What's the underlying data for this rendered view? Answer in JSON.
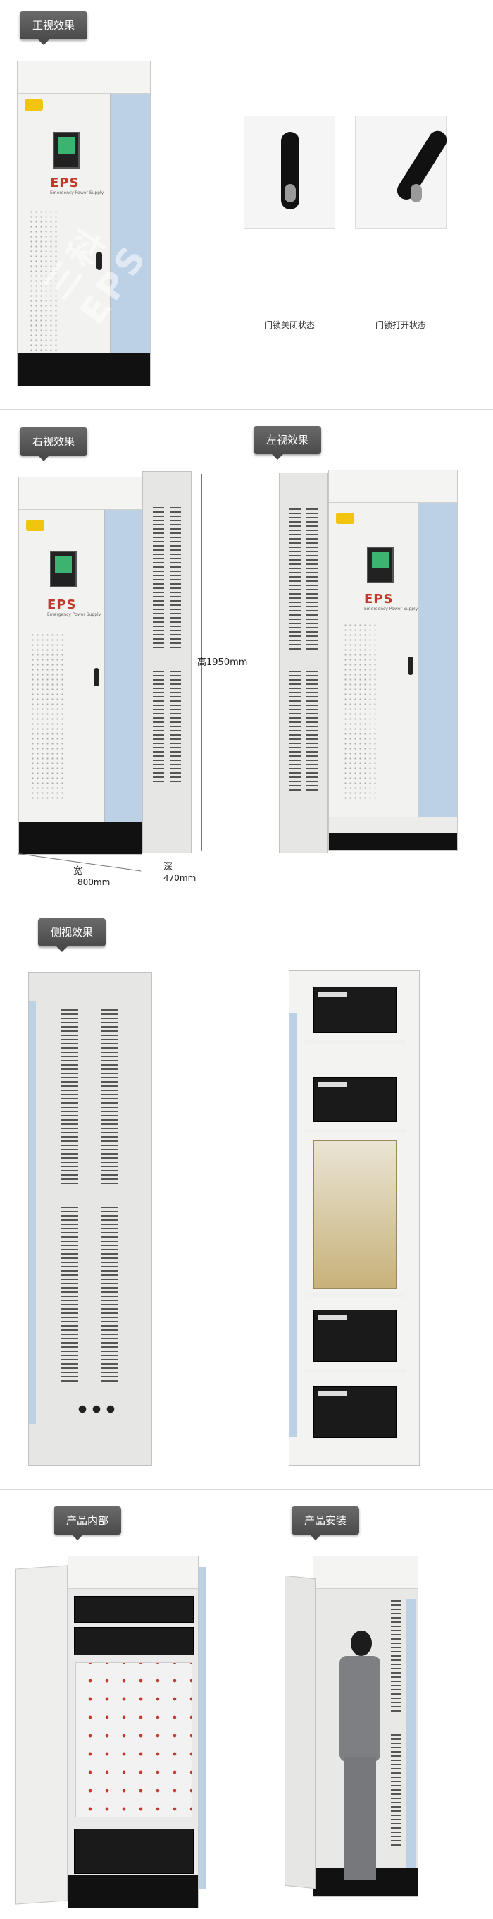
{
  "sections": {
    "front": {
      "tag": "正视效果"
    },
    "right": {
      "tag": "右视效果"
    },
    "left": {
      "tag": "左视效果"
    },
    "side": {
      "tag": "侧视效果"
    },
    "interior": {
      "tag": "产品内部"
    },
    "install": {
      "tag": "产品安装"
    }
  },
  "cabinet": {
    "brand": "EPS",
    "brand_sub": "Emergency Power Supply"
  },
  "locks": {
    "closed": "门锁关闭状态",
    "open": "门锁打开状态"
  },
  "dimensions": {
    "height": "高1950mm",
    "width_label": "宽",
    "width_value": "800mm",
    "depth_label": "深",
    "depth_value": "470mm"
  },
  "colors": {
    "tag_bg": "#555555",
    "panel_blue": "#bcd0e6",
    "accent_red": "#c0392b"
  }
}
